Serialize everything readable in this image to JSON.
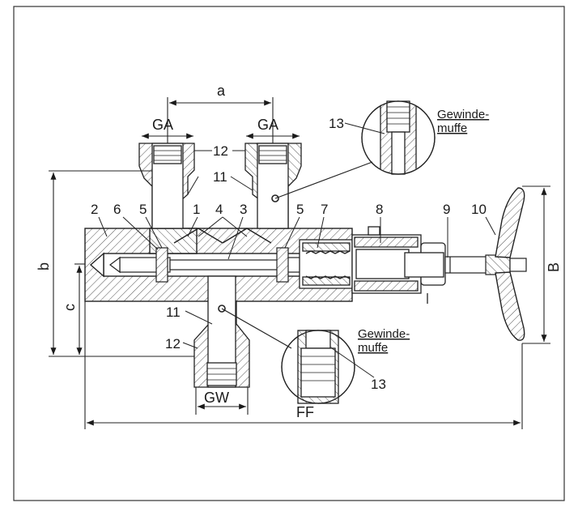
{
  "figure": {
    "dimensions": {
      "a": "a",
      "b": "b",
      "c": "c",
      "B": "B",
      "FF": "FF",
      "GA_left": "GA",
      "GA_right": "GA",
      "GW": "GW"
    },
    "part_numbers": {
      "p1": "1",
      "p2": "2",
      "p3": "3",
      "p4": "4",
      "p5a": "5",
      "p5b": "5",
      "p6": "6",
      "p7": "7",
      "p8": "8",
      "p9": "9",
      "p10": "10",
      "p11a": "11",
      "p11b": "11",
      "p12a": "12",
      "p12b": "12",
      "p13a": "13",
      "p13b": "13"
    },
    "details": {
      "top": {
        "line1": "Gewinde-",
        "line2": "muffe"
      },
      "bottom": {
        "line1": "Gewinde-",
        "line2": "muffe"
      }
    }
  }
}
